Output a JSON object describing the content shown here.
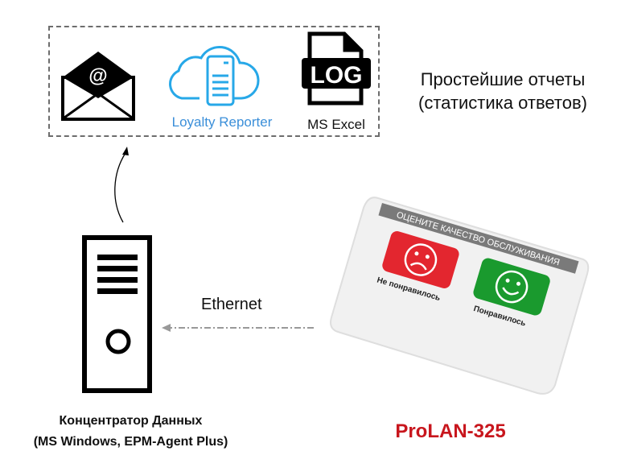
{
  "reports_box": {
    "email_icon": "envelope-at-icon",
    "loyalty_reporter_label": "Loyalty Reporter",
    "log_icon_text": "LOG",
    "excel_label": "MS Excel"
  },
  "reports_caption": {
    "line1": "Простейшие отчеты",
    "line2": "(статистика ответов)"
  },
  "connection_label": "Ethernet",
  "concentrator": {
    "line1": "Концентратор Данных",
    "line2": "(MS Windows, EPM-Agent Plus)"
  },
  "device": {
    "name": "ProLAN-325",
    "header": "ОЦЕНИТЕ КАЧЕСТВО ОБСЛУЖИВАНИЯ",
    "bad_label": "Не понравилось",
    "good_label": "Понравилось"
  },
  "colors": {
    "accent_blue": "#3b8fd9",
    "brand_red": "#c8161d",
    "button_red": "#e3262f",
    "button_green": "#1a9a2e"
  }
}
